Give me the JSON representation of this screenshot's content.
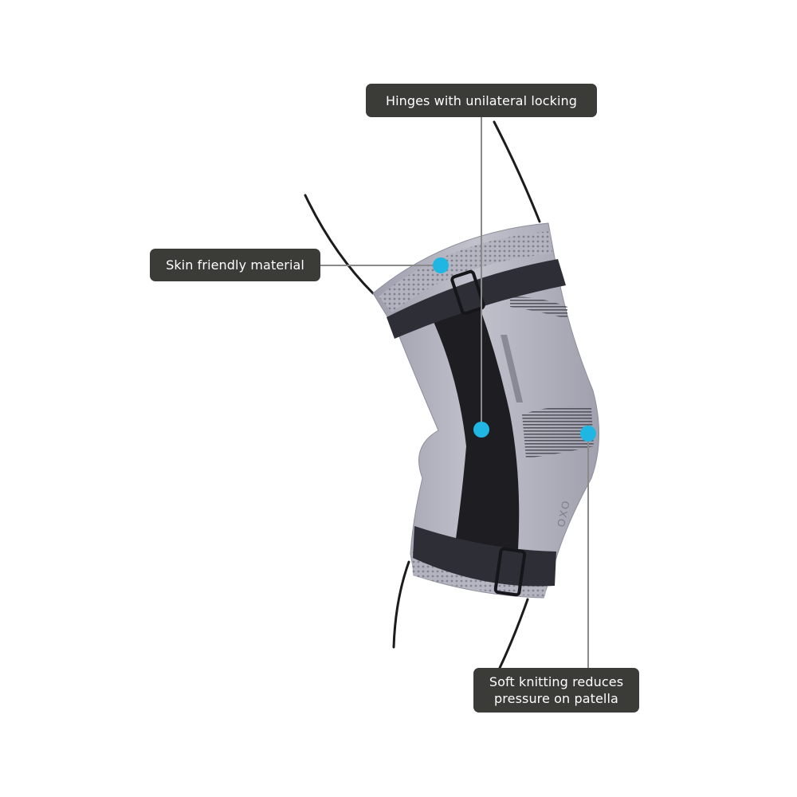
{
  "colors": {
    "background": "#ffffff",
    "callout_fill": "#3b3c38",
    "marker": "#1fb6e3",
    "leader_line": "#8a8a8a",
    "limb_outline": "#1c1c1c",
    "sleeve_light": "#b8b8c4",
    "sleeve_mid": "#a3a3b2",
    "strap": "#2e2e36",
    "hinge": "#1e1e22"
  },
  "callouts": {
    "hinges": {
      "text": "Hinges with unilateral locking"
    },
    "skin": {
      "text": "Skin friendly material"
    },
    "soft": {
      "line1": "Soft knitting reduces",
      "line2": "pressure on patella"
    }
  },
  "product": {
    "brand_mark": "OXO"
  }
}
